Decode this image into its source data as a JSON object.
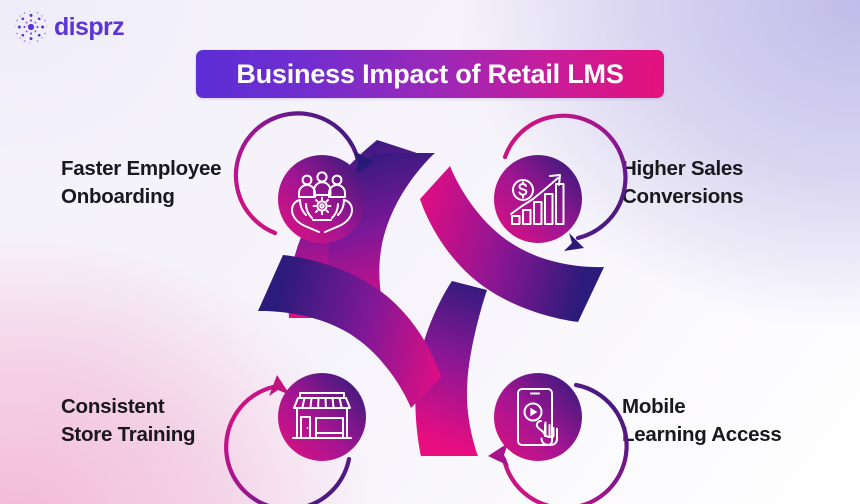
{
  "brand": {
    "logo_icon": "disprz-dotted-snowflake-icon",
    "name": "disprz",
    "color": "#5b35d5"
  },
  "header": {
    "title": "Business Impact of Retail LMS",
    "banner_gradient_from": "#5b2ed6",
    "banner_gradient_to": "#e4117c",
    "title_color": "#ffffff"
  },
  "background": {
    "top_right": "#c0bae9",
    "bottom_left": "#f3b7d6",
    "bottom_right": "#ffffff",
    "top_left": "#f1eff9"
  },
  "diagram": {
    "center_motif": "four-arc-pinwheel",
    "arc_gradient_from": "#2b1b7a",
    "arc_gradient_to": "#e80d81",
    "arrow_color": "#2a1a78",
    "nodes": [
      {
        "id": "faster-employee-onboarding",
        "position": "top-left",
        "label": "Faster Employee\nOnboarding",
        "icon": "people-in-hands-icon",
        "circle_from": "#e0117f",
        "circle_to": "#2b1b7a"
      },
      {
        "id": "higher-sales-conversions",
        "position": "top-right",
        "label": "Higher Sales\nConversions",
        "icon": "growth-bar-chart-dollar-icon",
        "circle_from": "#e0117f",
        "circle_to": "#2b1b7a"
      },
      {
        "id": "consistent-store-training",
        "position": "bottom-left",
        "label": "Consistent\nStore Training",
        "icon": "storefront-icon",
        "circle_from": "#e0117f",
        "circle_to": "#2b1b7a"
      },
      {
        "id": "mobile-learning-access",
        "position": "bottom-right",
        "label": "Mobile\nLearning Access",
        "icon": "mobile-play-tap-icon",
        "circle_from": "#e0117f",
        "circle_to": "#2b1b7a"
      }
    ]
  }
}
